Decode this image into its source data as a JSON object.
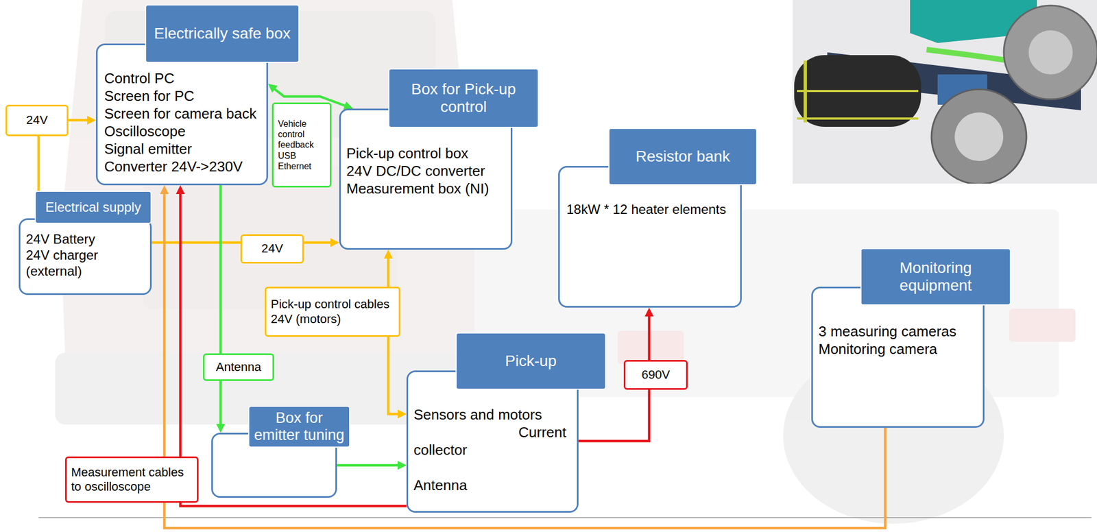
{
  "diagram": {
    "nodes": [
      {
        "text": [
          "Electrically safe box",
          "Control PC",
          "Screen for PC",
          "Screen for camera back",
          "Oscilloscope",
          "Signal emitter",
          "Converter 24V->230V"
        ]
      },
      {
        "text": [
          "Box for Pick-up control",
          "Pick-up control box",
          "24V DC/DC converter",
          "Measurement box (NI)"
        ]
      },
      {
        "text": [
          "Electrical supply",
          "24V Battery",
          "24V charger (external)"
        ]
      },
      {
        "text": [
          "Resistor bank",
          "18kW * 12 heater elements"
        ]
      },
      {
        "text": [
          "Monitoring equipment",
          "3 measuring cameras",
          "Monitoring camera"
        ]
      },
      {
        "text": [
          "Pick-up",
          "Sensors and motors",
          "Current collector",
          "Antenna"
        ]
      },
      {
        "text": [
          "Box for emitter tuning"
        ]
      }
    ],
    "edges": [
      {
        "from": 2,
        "to": 0,
        "arrow": "to",
        "label": "24V"
      },
      {
        "from": 2,
        "to": 1,
        "arrow": "to",
        "label": "24V"
      },
      {
        "from": 0,
        "to": 1,
        "arrow": "both",
        "label": "Vehicle control feedback USB Ethernet"
      },
      {
        "from": 1,
        "to": 5,
        "arrow": "both",
        "label": "Pick-up control cables 24V (motors)"
      },
      {
        "from": 0,
        "to": 6,
        "arrow": "to",
        "label": "Antenna"
      },
      {
        "from": 6,
        "to": 5,
        "arrow": "to"
      },
      {
        "from": 5,
        "to": 3,
        "arrow": "to",
        "label": "690V"
      },
      {
        "from": 5,
        "to": 0,
        "arrow": "to",
        "label": "Measurement cables to oscilloscope"
      },
      {
        "from": 4,
        "to": 0,
        "arrow": "to"
      }
    ]
  }
}
